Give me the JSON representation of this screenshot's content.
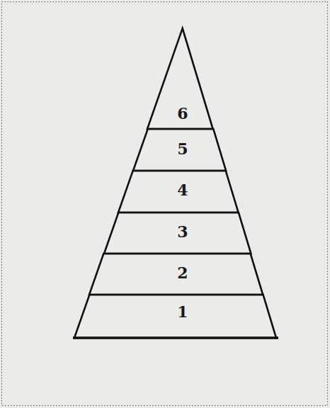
{
  "diagram": {
    "nodes": [
      {
        "text": [
          "6"
        ]
      },
      {
        "text": [
          "5"
        ]
      },
      {
        "text": [
          "4"
        ]
      },
      {
        "text": [
          "3"
        ]
      },
      {
        "text": [
          "2"
        ]
      },
      {
        "text": [
          "1"
        ]
      }
    ]
  }
}
